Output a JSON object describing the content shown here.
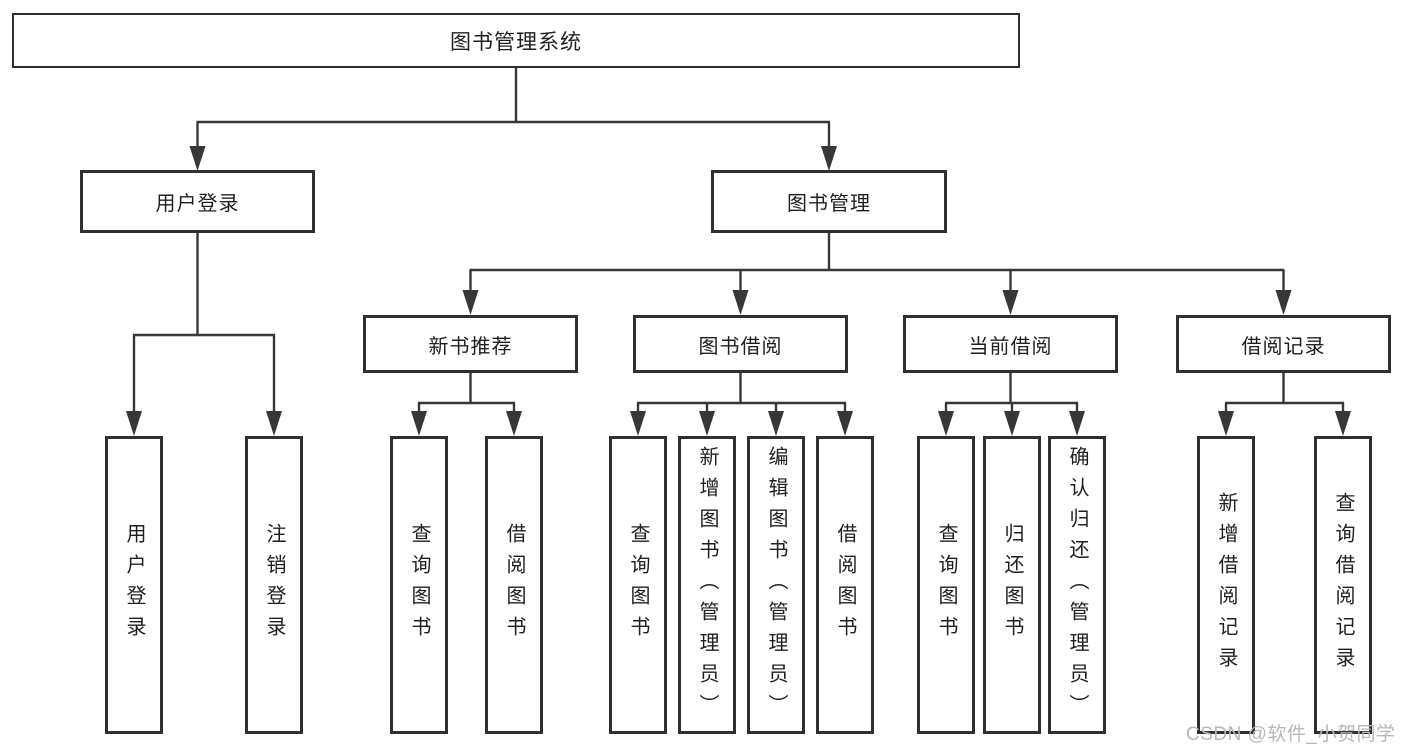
{
  "nodes": {
    "root": "图书管理系统",
    "level2": {
      "user_login": "用户登录",
      "book_mgmt": "图书管理"
    },
    "level3": {
      "new_books": "新书推荐",
      "book_borrow": "图书借阅",
      "current_borrow": "当前借阅",
      "borrow_records": "借阅记录"
    },
    "leaves": {
      "user_login": [
        "用户登录",
        "注销登录"
      ],
      "new_books": [
        "查询图书",
        "借阅图书"
      ],
      "book_borrow": [
        "查询图书",
        "新增图书（管理员）",
        "编辑图书（管理员）",
        "借阅图书"
      ],
      "current_borrow": [
        "查询图书",
        "归还图书",
        "确认归还（管理员）"
      ],
      "borrow_records": [
        "新增借阅记录",
        "查询借阅记录"
      ]
    }
  },
  "watermark": "CSDN @软件_小贺同学",
  "colors": {
    "line": "#373737",
    "box_border": "#2f2f2f",
    "text": "#1f1f1f",
    "background": "#ffffff",
    "watermark": "#b4b8be"
  }
}
